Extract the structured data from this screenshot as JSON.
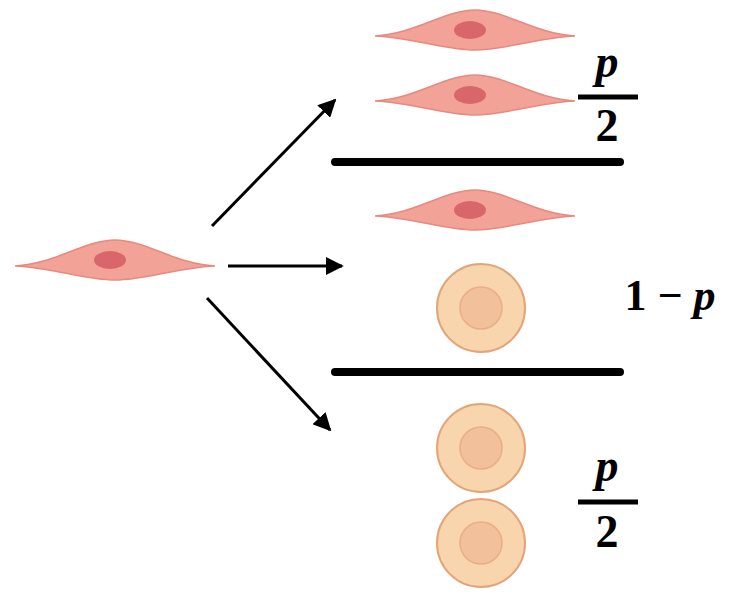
{
  "diagram": {
    "labels": [
      "p",
      "2",
      "1 − p",
      "p",
      "2"
    ]
  }
}
